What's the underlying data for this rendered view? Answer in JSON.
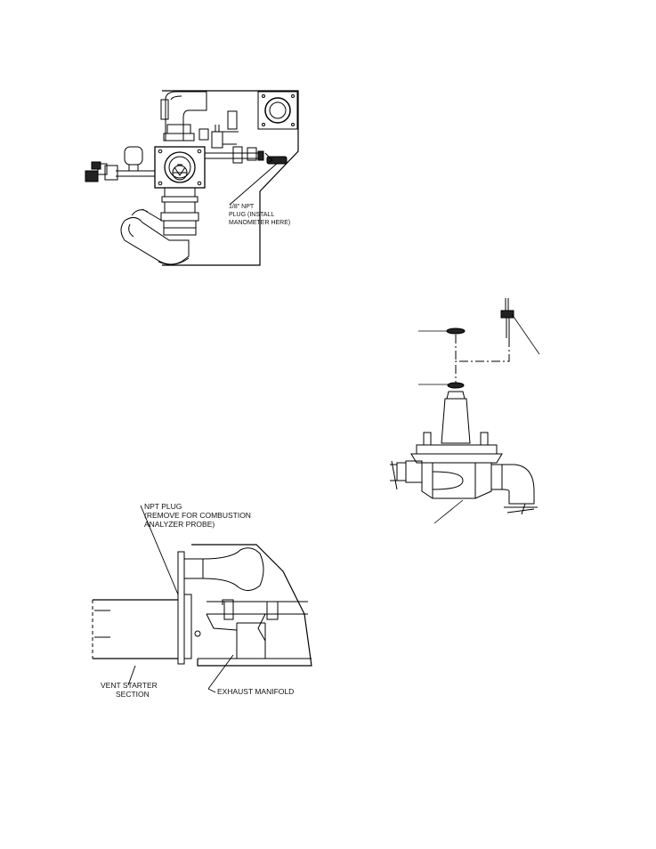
{
  "figure_top": {
    "callout": [
      "1/8\" NPT",
      "PLUG (INSTALL",
      "MANOMETER HERE)"
    ]
  },
  "figure_bottom": {
    "npt_plug": [
      "NPT PLUG",
      "(REMOVE FOR COMBUSTION",
      "ANALYZER PROBE)"
    ],
    "vent_starter": [
      "VENT STARTER",
      "SECTION"
    ],
    "exhaust_manifold": "EXHAUST MANIFOLD"
  },
  "figure_right": {}
}
